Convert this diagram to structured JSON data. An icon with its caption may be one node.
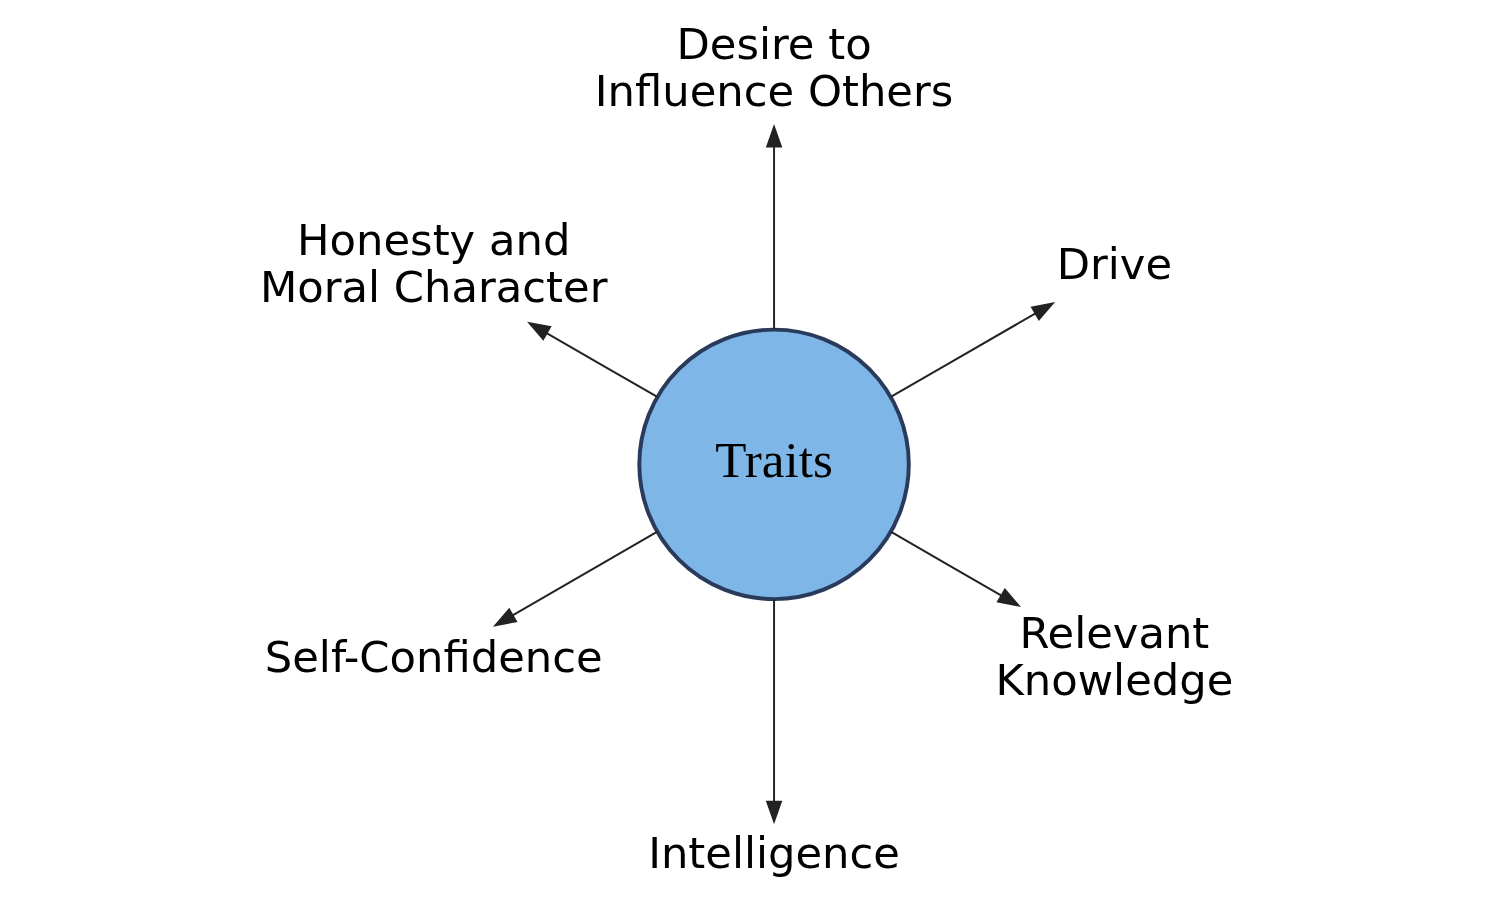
{
  "diagram": {
    "nodes": [
      {
        "text": [
          "Traits"
        ]
      },
      {
        "text": [
          "Drive"
        ]
      },
      {
        "text": [
          "Desire to Influence Others"
        ]
      },
      {
        "text": [
          "Honesty and Moral Character"
        ]
      },
      {
        "text": [
          "Self-Confidence"
        ]
      },
      {
        "text": [
          "Intelligence"
        ]
      },
      {
        "text": [
          "Relevant Knowledge"
        ]
      }
    ],
    "edges": [
      {
        "from": 0,
        "to": 1,
        "arrow": "to"
      },
      {
        "from": 0,
        "to": 2,
        "arrow": "to"
      },
      {
        "from": 0,
        "to": 3,
        "arrow": "to"
      },
      {
        "from": 0,
        "to": 4,
        "arrow": "to"
      },
      {
        "from": 0,
        "to": 5,
        "arrow": "to"
      },
      {
        "from": 0,
        "to": 6,
        "arrow": "to"
      }
    ]
  }
}
